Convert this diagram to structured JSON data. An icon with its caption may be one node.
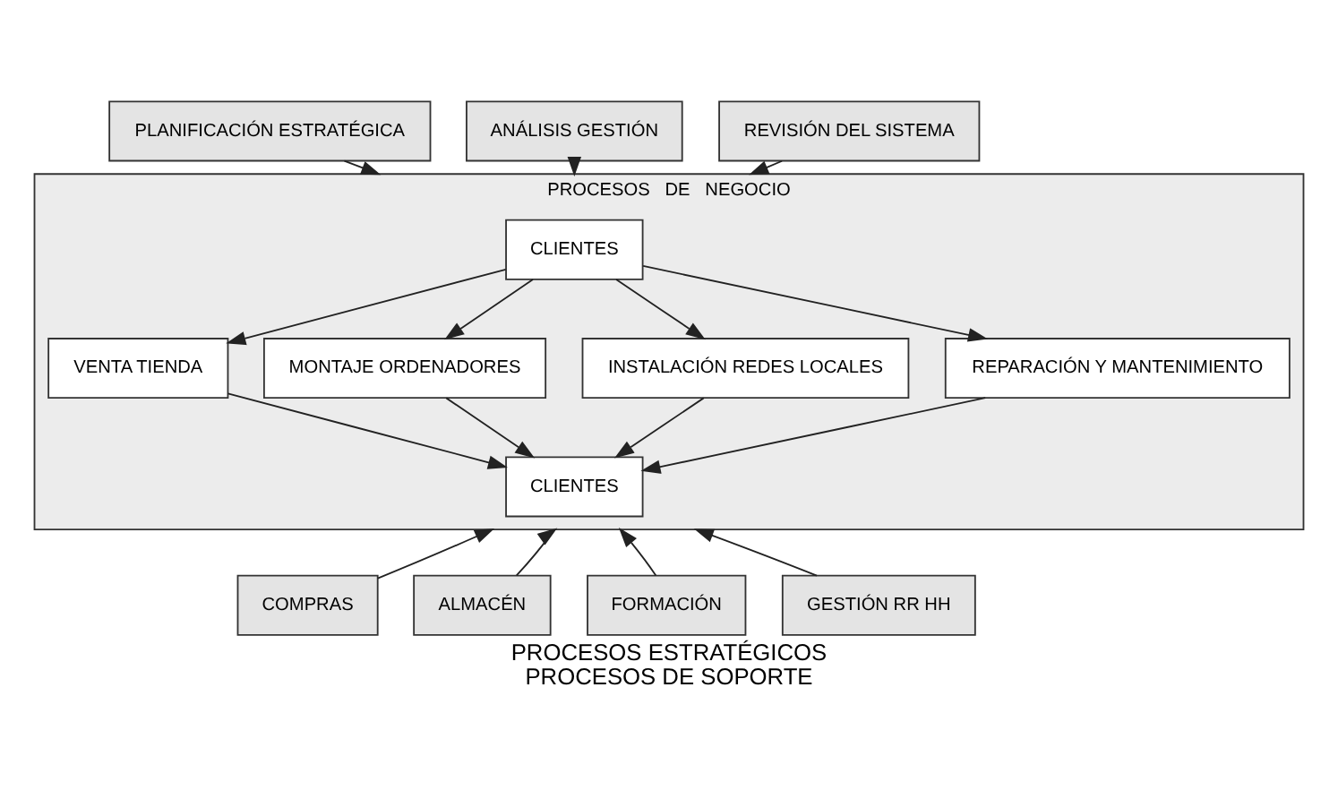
{
  "diagram": {
    "title": "PROCESOS ESTRATÉGICOS",
    "caption": "PROCESOS DE SOPORTE",
    "nodes": [
      {
        "text": [
          "PLANIFICACIÓN ESTRATÉGICA"
        ]
      },
      {
        "text": [
          "ANÁLISIS GESTIÓN"
        ]
      },
      {
        "text": [
          "REVISIÓN DEL SISTEMA"
        ]
      },
      {
        "text": [
          "PROCESOS",
          "DE",
          "NEGOCIO"
        ]
      },
      {
        "text": [
          "CLIENTES"
        ],
        "in": 3
      },
      {
        "text": [
          "VENTA TIENDA"
        ],
        "in": 3
      },
      {
        "text": [
          "MONTAJE ORDENADORES"
        ],
        "in": 3
      },
      {
        "text": [
          "INSTALACIÓN REDES LOCALES"
        ],
        "in": 3
      },
      {
        "text": [
          "REPARACIÓN Y MANTENIMIENTO"
        ],
        "in": 3
      },
      {
        "text": [
          "CLIENTES"
        ],
        "in": 3
      },
      {
        "text": [
          "COMPRAS"
        ]
      },
      {
        "text": [
          "ALMACÉN"
        ]
      },
      {
        "text": [
          "FORMACIÓN"
        ]
      },
      {
        "text": [
          "GESTIÓN RR HH"
        ]
      }
    ],
    "edges": [
      {
        "from": 0,
        "to": 3,
        "arrow": "to"
      },
      {
        "from": 1,
        "to": 3,
        "arrow": "to"
      },
      {
        "from": 2,
        "to": 3,
        "arrow": "to"
      },
      {
        "from": 4,
        "to": 5,
        "arrow": "to"
      },
      {
        "from": 4,
        "to": 6,
        "arrow": "to"
      },
      {
        "from": 4,
        "to": 7,
        "arrow": "to"
      },
      {
        "from": 4,
        "to": 8,
        "arrow": "to"
      },
      {
        "from": 5,
        "to": 9,
        "arrow": "to"
      },
      {
        "from": 6,
        "to": 9,
        "arrow": "to"
      },
      {
        "from": 7,
        "to": 9,
        "arrow": "to"
      },
      {
        "from": 8,
        "to": 9,
        "arrow": "to"
      },
      {
        "from": 10,
        "to": 3,
        "arrow": "to"
      },
      {
        "from": 11,
        "to": 3,
        "arrow": "to"
      },
      {
        "from": 12,
        "to": 3,
        "arrow": "to"
      },
      {
        "from": 13,
        "to": 3,
        "arrow": "to"
      }
    ]
  }
}
